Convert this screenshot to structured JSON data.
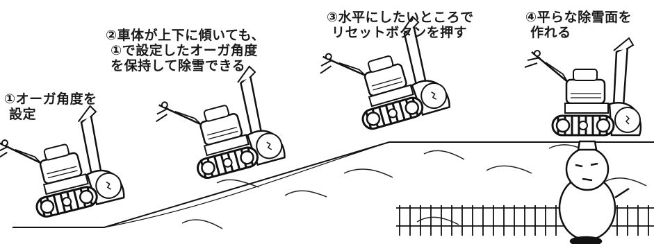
{
  "steps": [
    {
      "text": "①オーガ角度を\n 設定"
    },
    {
      "text": "②車体が上下に傾いても、\n ①で設定したオーガ角度\n を保持して除雪できる"
    },
    {
      "text": "③水平にしたいところで\n リセットボタンを押す"
    },
    {
      "text": "④平らな除雪面を\n 作れる"
    }
  ]
}
